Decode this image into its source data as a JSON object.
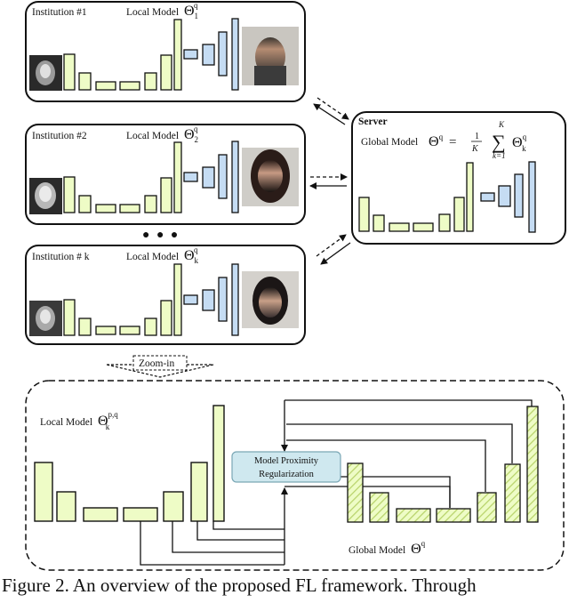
{
  "institutions": [
    {
      "name": "Institution #1",
      "model_label": "Local Model",
      "model_symbol": "Θ",
      "sub": "1",
      "sup": "q"
    },
    {
      "name": "Institution #2",
      "model_label": "Local Model",
      "model_symbol": "Θ",
      "sub": "2",
      "sup": "q"
    },
    {
      "name": "Institution # k",
      "model_label": "Local Model",
      "model_symbol": "Θ",
      "sub": "k",
      "sup": "q"
    }
  ],
  "ellipsis": "● ● ●",
  "server": {
    "title": "Server",
    "model_label": "Global Model",
    "formula_lhs": "Θ",
    "formula_lhs_sup": "q",
    "formula_eq": "=",
    "frac_num": "1",
    "frac_den": "K",
    "sum_sign": "∑",
    "sum_top": "K",
    "sum_bottom": "k=1",
    "term": "Θ",
    "term_sup": "q",
    "term_sub": "k"
  },
  "zoom_label": "Zoom-in",
  "zoom": {
    "local_label": "Local Model",
    "local_symbol": "Θ",
    "local_sup": "p,q",
    "local_sub": "k",
    "prox_line1": "Model Proximity",
    "prox_line2": "Regularization",
    "global_label": "Global Model",
    "global_symbol": "Θ",
    "global_sup": "q"
  },
  "caption": "Figure 2. An overview of the proposed FL framework. Through",
  "colors": {
    "encoder_fill": "#eefcc6",
    "decoder_fill": "#c5dcf3",
    "prox_fill": "#cfe8ef",
    "hatch": "#b8d36a"
  }
}
